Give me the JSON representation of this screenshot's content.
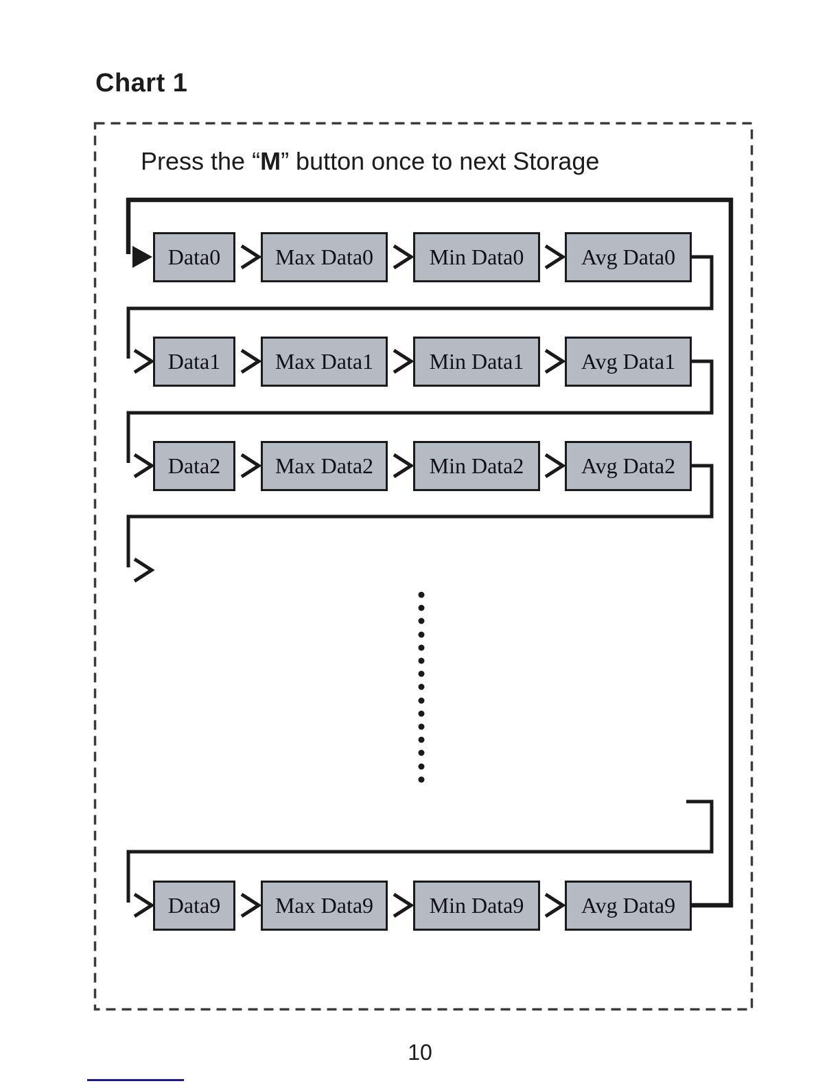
{
  "page": {
    "title": "Chart 1",
    "page_number": "10"
  },
  "instruction": {
    "prefix": "Press the “",
    "key": "M",
    "suffix": "” button once to next Storage"
  },
  "diagram": {
    "type": "flowchart-loop",
    "rows": [
      {
        "cells": [
          "Data0",
          "Max Data0",
          "Min Data0",
          "Avg Data0"
        ]
      },
      {
        "cells": [
          "Data1",
          "Max Data1",
          "Min Data1",
          "Avg Data1"
        ]
      },
      {
        "cells": [
          "Data2",
          "Max Data2",
          "Min Data2",
          "Avg Data2"
        ]
      },
      {
        "cells": [
          "Data9",
          "Max Data9",
          "Min Data9",
          "Avg Data9"
        ]
      }
    ],
    "ellipsis": "vertical-dots-between-Data2-and-Data9",
    "loop": "Avg Data9 returns to Data0",
    "colors": {
      "box_fill": "#b6bbc3",
      "box_border": "#1a1a1a",
      "wire": "#1a1a1a",
      "dashed_border": "#3b3b3b",
      "accent_rule": "#1b1b8f"
    }
  }
}
